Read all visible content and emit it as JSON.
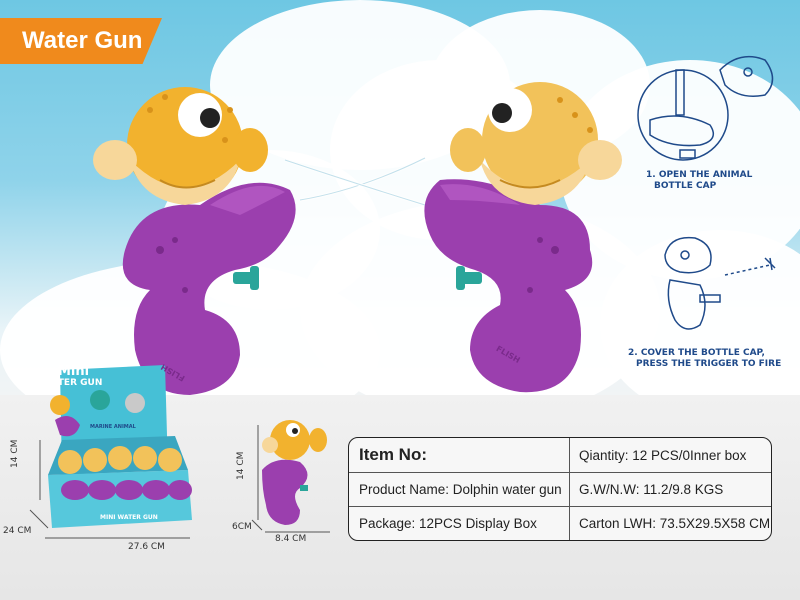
{
  "badge": {
    "title": "Water Gun",
    "color": "#f08a1c"
  },
  "instructions": {
    "step1_line1": "1. OPEN THE ANIMAL",
    "step1_line2": "BOTTLE CAP",
    "step2_line1": "2. COVER THE BOTTLE CAP,",
    "step2_line2": "PRESS THE TRIGGER TO FIRE"
  },
  "display_box": {
    "brand_top": "Mini",
    "brand_bottom": "WATER GUN",
    "subtitle": "MARINE ANIMAL",
    "front_label": "MINI WATER GUN",
    "height": "14 CM",
    "depth": "24 CM",
    "width": "27.6 CM"
  },
  "single_item": {
    "height": "14 CM",
    "depth": "6CM",
    "width": "8.4 CM"
  },
  "gun_text": "FLISH",
  "specs": {
    "item_no": "Item No:",
    "product_name": "Product Name: Dolphin water gun",
    "package": "Package:  12PCS Display Box",
    "quantity": "Qiantity:  12 PCS/0Inner box",
    "weight": "G.W/N.W:  11.2/9.8 KGS",
    "carton": "Carton LWH:  73.5X29.5X58 CM"
  },
  "colors": {
    "purple": "#9b3fae",
    "yellow": "#f2b22e",
    "teal": "#2aa59a",
    "sky": "#6ec7e3"
  }
}
